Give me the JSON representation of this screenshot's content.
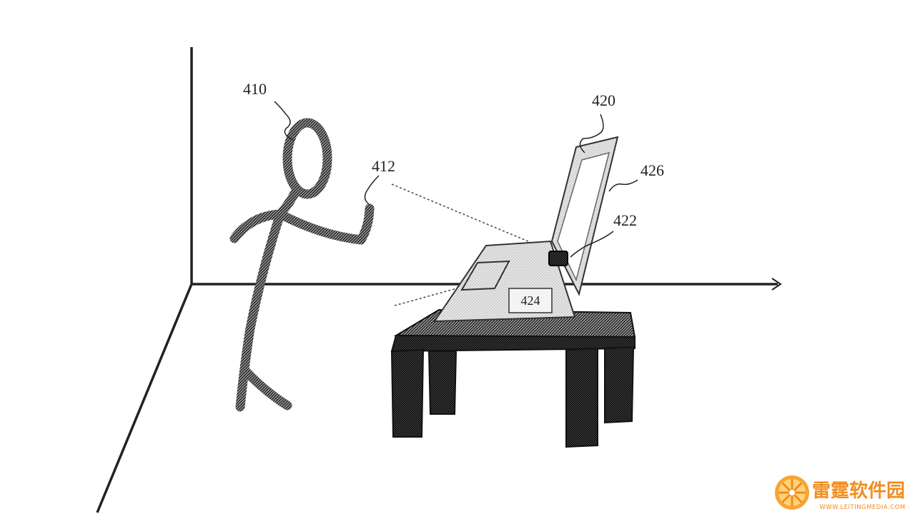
{
  "figure": {
    "labels": {
      "person": "410",
      "gesture": "412",
      "device": "420",
      "sensor": "422",
      "display_element": "424",
      "screen": "426"
    }
  },
  "watermark": {
    "title": "雷霆软件园",
    "subtitle": "· WWW.LEITINGMEDIA.COM ·"
  },
  "colors": {
    "ink": "#222222",
    "hatch": "#3a3a3a",
    "brand": "#f28c1f"
  }
}
